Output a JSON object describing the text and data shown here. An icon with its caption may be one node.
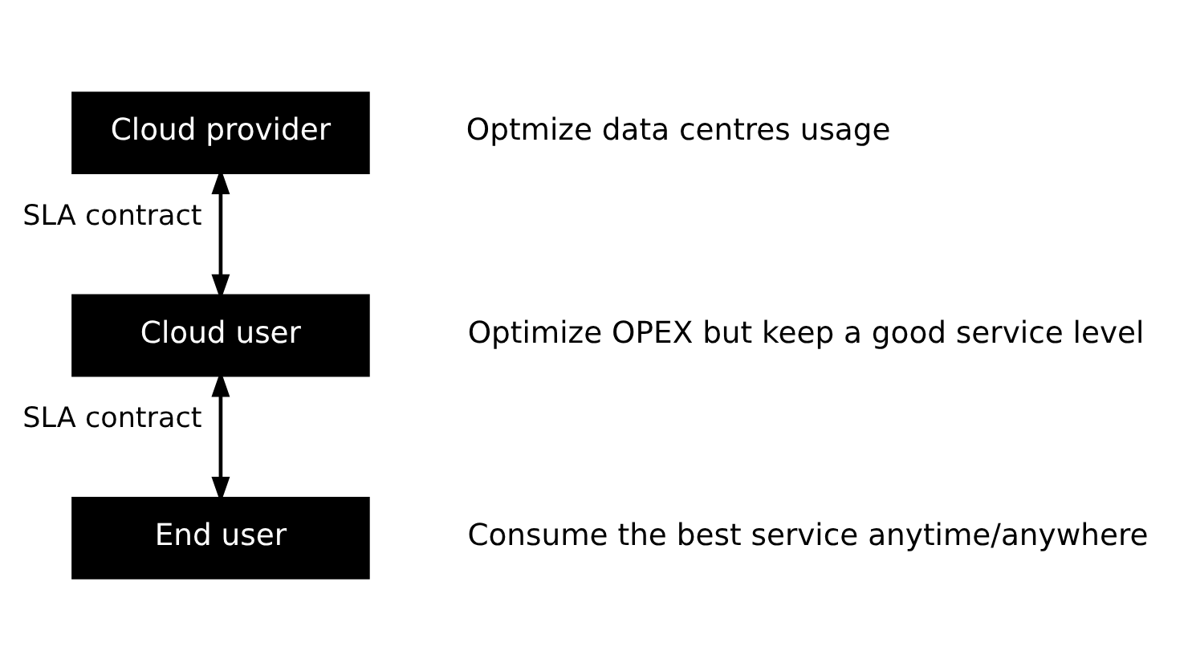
{
  "diagram": {
    "nodes": [
      {
        "text": [
          "Cloud provider"
        ],
        "beside": [
          "Optmize data centres usage"
        ]
      },
      {
        "text": [
          "Cloud user"
        ],
        "beside": [
          "Optimize OPEX but keep a good service level"
        ]
      },
      {
        "text": [
          "End user"
        ],
        "beside": [
          "Consume the best service anytime/anywhere"
        ]
      }
    ],
    "edges": [
      {
        "from": 0,
        "to": 1,
        "arrow": "both",
        "label": "SLA contract"
      },
      {
        "from": 1,
        "to": 2,
        "arrow": "both",
        "label": "SLA contract"
      }
    ]
  }
}
